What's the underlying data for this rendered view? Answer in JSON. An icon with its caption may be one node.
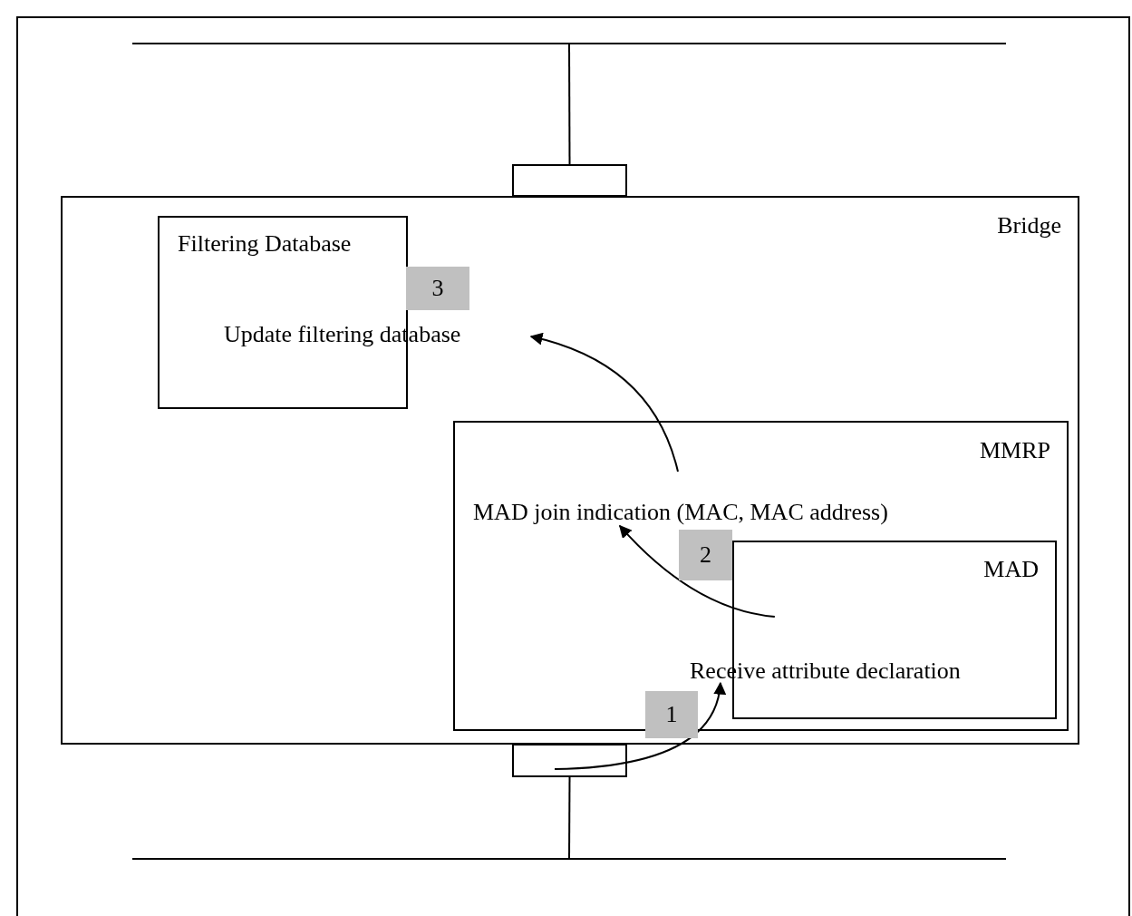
{
  "diagram": {
    "nodes": [
      {
        "text": [],
        "shape": "bar"
      },
      {
        "text": [],
        "shape": "box"
      },
      {
        "text": [
          "Bridge"
        ]
      },
      {
        "text": [
          "Filtering Database"
        ],
        "in": 2
      },
      {
        "text": [
          "3"
        ],
        "in": 2
      },
      {
        "text": [
          "Update filtering database"
        ],
        "in": 2
      },
      {
        "text": [
          "MMRP"
        ],
        "in": 2
      },
      {
        "text": [
          "MAD join indication (MAC, MAC address)"
        ],
        "in": 6
      },
      {
        "text": [
          "2"
        ],
        "in": 6
      },
      {
        "text": [
          "MAD"
        ],
        "in": 6
      },
      {
        "text": [
          "Receive attribute declaration"
        ],
        "in": 6
      },
      {
        "text": [
          "1"
        ],
        "in": 2
      },
      {
        "text": [],
        "shape": "box"
      },
      {
        "text": [],
        "shape": "bar"
      }
    ],
    "edges": [
      {
        "from": 0,
        "to": 1,
        "arrow": "none"
      },
      {
        "from": 12,
        "to": 13,
        "arrow": "none"
      },
      {
        "from": 12,
        "to": 10,
        "arrow": "to"
      },
      {
        "from": 9,
        "to": 7,
        "arrow": "to"
      },
      {
        "from": 7,
        "to": 5,
        "arrow": "to"
      }
    ]
  }
}
